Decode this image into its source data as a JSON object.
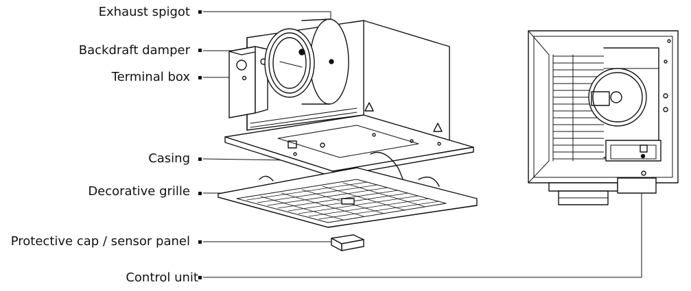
{
  "labels": {
    "exhaust_spigot": "Exhaust spigot",
    "backdraft_damper": "Backdraft damper",
    "terminal_box": "Terminal box",
    "casing": "Casing",
    "decorative_grille": "Decorative grille",
    "protective_cap": "Protective cap / sensor panel",
    "control_unit": "Control unit"
  },
  "colors": {
    "line": "#111111",
    "grey": "#888888",
    "light": "#dddddd"
  }
}
